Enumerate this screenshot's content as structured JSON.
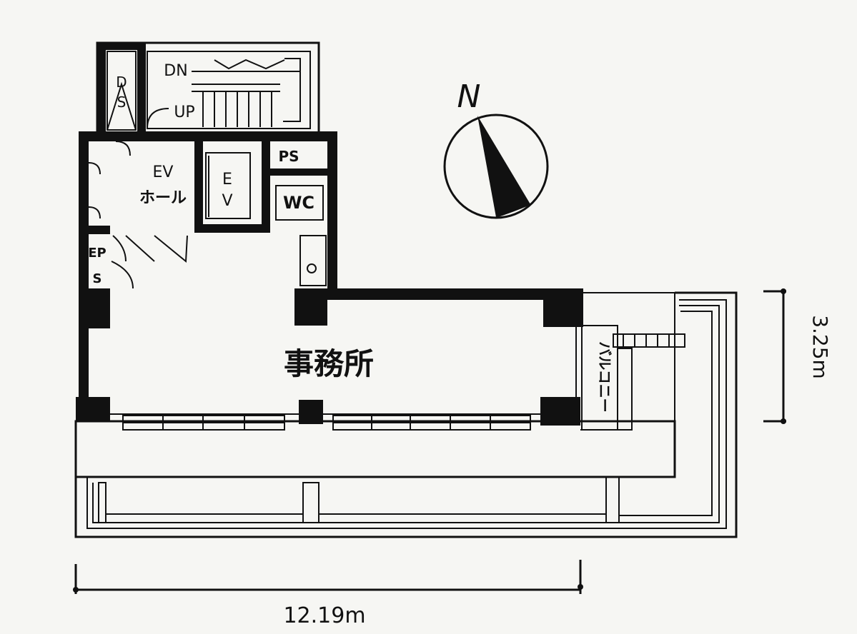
{
  "rooms": {
    "office": "事務所",
    "ev_hall_line1": "EV",
    "ev_hall_line2": "ホール",
    "elevator_line1": "E",
    "elevator_line2": "V",
    "wc": "WC",
    "ps": "PS",
    "eps_line1": "EP",
    "eps_line2": "S",
    "ds_line1": "D",
    "ds_line2": "S",
    "balcony": "バルコニー"
  },
  "stairs": {
    "down": "DN",
    "up": "UP"
  },
  "compass": {
    "north": "N"
  },
  "dimensions": {
    "width": "12.19m",
    "depth": "3.25m"
  }
}
